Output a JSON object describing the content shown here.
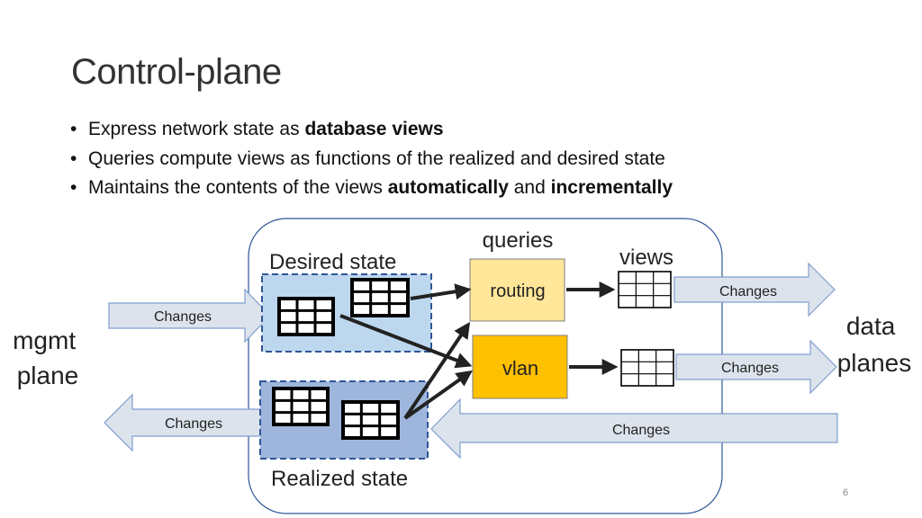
{
  "slide": {
    "title": "Control-plane",
    "bullets": [
      {
        "parts": [
          {
            "text": "Express network state as ",
            "bold": false
          },
          {
            "text": "database views",
            "bold": true
          }
        ]
      },
      {
        "parts": [
          {
            "text": "Queries compute views as functions of the realized and desired state",
            "bold": false
          }
        ]
      },
      {
        "parts": [
          {
            "text": "Maintains the contents of the views ",
            "bold": false
          },
          {
            "text": "automatically",
            "bold": true
          },
          {
            "text": " and ",
            "bold": false
          },
          {
            "text": "incrementally",
            "bold": true
          }
        ]
      }
    ],
    "page_number": "6"
  },
  "diagram": {
    "labels": {
      "queries": "queries",
      "views": "views",
      "desired_state": "Desired state",
      "realized_state": "Realized state",
      "mgmt_plane": [
        "mgmt",
        "plane"
      ],
      "data_planes": [
        "data",
        "planes"
      ]
    },
    "queries": {
      "routing": "routing",
      "vlan": "vlan"
    },
    "arrows": {
      "mgmt_in": "Changes",
      "mgmt_out": "Changes",
      "data_out_routing": "Changes",
      "data_out_vlan": "Changes",
      "data_in": "Changes"
    },
    "colors": {
      "desired_fill": "#bdd7ee",
      "realized_fill": "#9fb6dc",
      "state_border": "#2f5597",
      "routing_fill": "#ffe699",
      "vlan_fill": "#ffc000",
      "arrow_fill": "#dde3ec",
      "arrow_stroke": "#7f9fcf"
    }
  }
}
